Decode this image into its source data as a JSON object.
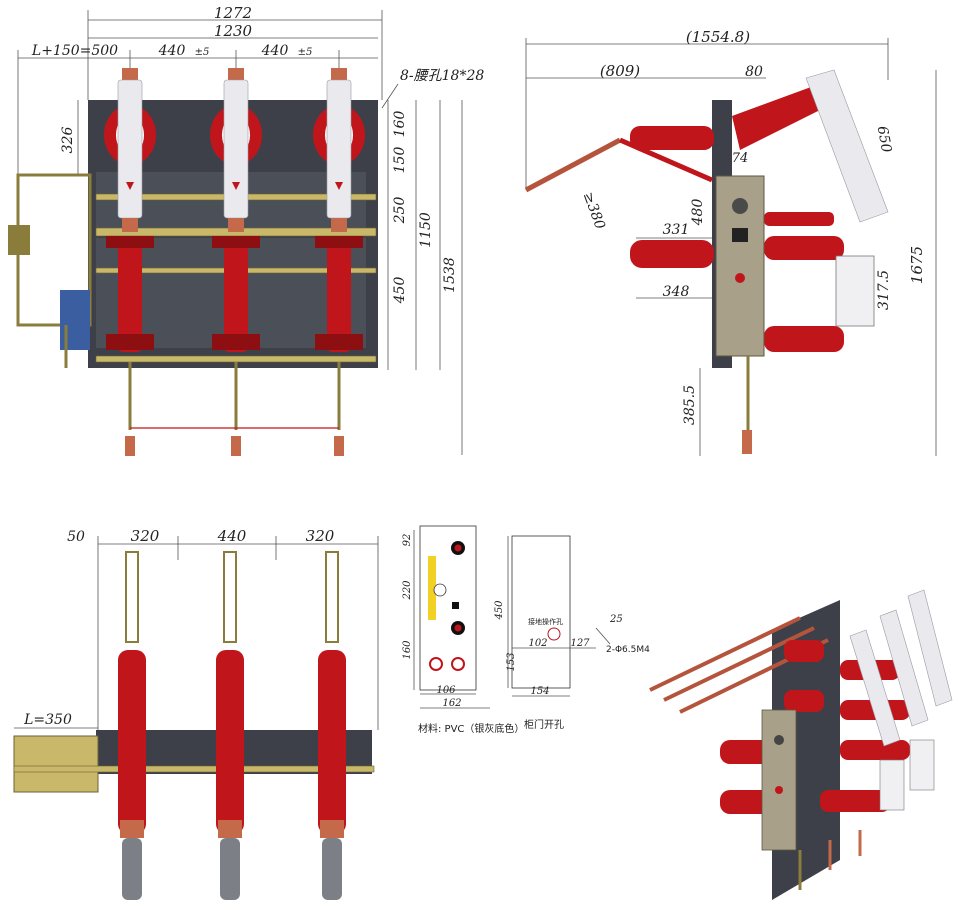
{
  "views": {
    "front": {
      "dim_overall": "1272",
      "dim_bus": "1230",
      "dim_offset": "L+150=500",
      "dim_pitch_left": "440",
      "dim_pitch_right": "440",
      "tolerance": "±5",
      "hole_note": "8-腰孔18*28",
      "dim_326": "326",
      "dim_160": "160",
      "dim_150": "150",
      "dim_250": "250",
      "dim_450": "450",
      "dim_1150": "1150",
      "dim_1538": "1538"
    },
    "side": {
      "dim_total": "(1554.8)",
      "dim_809": "(809)",
      "dim_80": "80",
      "dim_650": "650",
      "dim_74": "74",
      "dim_380": "≥380",
      "dim_480": "480",
      "dim_331": "331",
      "dim_348": "348",
      "dim_317": "317.5",
      "dim_1675": "1675",
      "dim_385": "385.5"
    },
    "top": {
      "dim_50": "50",
      "dim_320a": "320",
      "dim_440": "440",
      "dim_320b": "320",
      "dim_L": "L=350"
    },
    "panel_detail": {
      "dim_92": "92",
      "dim_220": "220",
      "dim_160": "160",
      "dim_106": "106",
      "dim_162": "162",
      "material_note": "材料: PVC（银灰底色）"
    },
    "door_detail": {
      "dim_450": "450",
      "dim_153": "153",
      "dim_102": "102",
      "dim_127": "127",
      "dim_154": "154",
      "dim_25": "25",
      "hole_spec": "2-Φ6.5M4",
      "hole_label": "接地操作孔",
      "caption": "柜门开孔"
    }
  },
  "colors": {
    "panel": "#3d4048",
    "insulator_red": "#c0161b",
    "fuse_white": "#e9e9ee",
    "busbar_brass": "#c9b86a"
  }
}
